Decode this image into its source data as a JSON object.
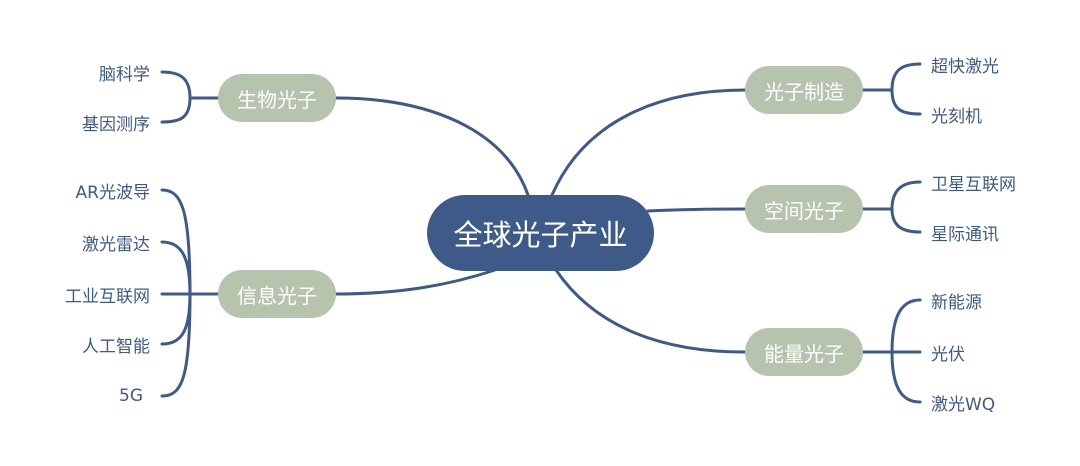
{
  "diagram": {
    "root": {
      "label": "全球光子产业"
    },
    "branches": {
      "bio": {
        "label": "生物光子",
        "leaves": [
          "脑科学",
          "基因测序"
        ]
      },
      "info": {
        "label": "信息光子",
        "leaves": [
          "AR光波导",
          "激光雷达",
          "工业互联网",
          "人工智能",
          "5G"
        ]
      },
      "make": {
        "label": "光子制造",
        "leaves": [
          "超快激光",
          "光刻机"
        ]
      },
      "space": {
        "label": "空间光子",
        "leaves": [
          "卫星互联网",
          "星际通讯"
        ]
      },
      "energy": {
        "label": "能量光子",
        "leaves": [
          "新能源",
          "光伏",
          "激光WQ"
        ]
      }
    },
    "colors": {
      "root_fill": "#3e5a88",
      "branch_fill": "#b6c3ad",
      "line": "#3e5a88",
      "leaf_text": "#3e5a88"
    }
  }
}
